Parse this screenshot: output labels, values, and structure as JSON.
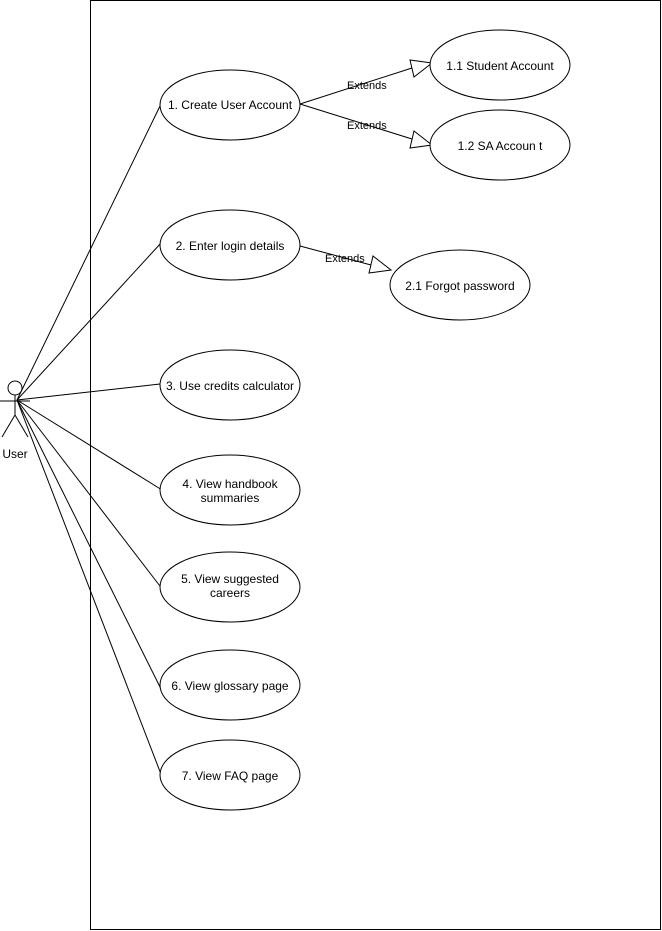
{
  "actor": {
    "label": "User"
  },
  "use_cases": [
    {
      "id": "uc1",
      "lines": [
        "1. Create User Account"
      ]
    },
    {
      "id": "uc11",
      "lines": [
        "1.1 Student Account"
      ]
    },
    {
      "id": "uc12",
      "lines": [
        "1.2 SA Accoun t"
      ]
    },
    {
      "id": "uc2",
      "lines": [
        "2. Enter login details"
      ]
    },
    {
      "id": "uc21",
      "lines": [
        "2.1 Forgot password"
      ]
    },
    {
      "id": "uc3",
      "lines": [
        "3. Use credits calculator"
      ]
    },
    {
      "id": "uc4",
      "lines": [
        "4. View handbook",
        "summaries"
      ]
    },
    {
      "id": "uc5",
      "lines": [
        "5. View suggested",
        "careers"
      ]
    },
    {
      "id": "uc6",
      "lines": [
        "6. View glossary page"
      ]
    },
    {
      "id": "uc7",
      "lines": [
        "7. View FAQ page"
      ]
    }
  ],
  "relations": [
    {
      "from": "uc1",
      "to": "uc11",
      "label": "Extends"
    },
    {
      "from": "uc1",
      "to": "uc12",
      "label": "Extends"
    },
    {
      "from": "uc2",
      "to": "uc21",
      "label": "Extends"
    }
  ],
  "associations": [
    "uc1",
    "uc2",
    "uc3",
    "uc4",
    "uc5",
    "uc6",
    "uc7"
  ],
  "colors": {
    "stroke": "#000000",
    "fill": "#ffffff"
  }
}
